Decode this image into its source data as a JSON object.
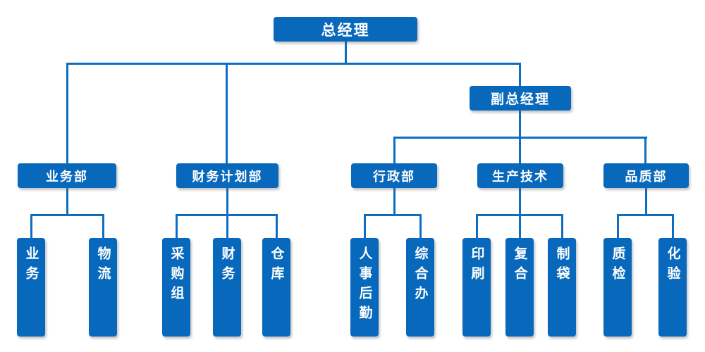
{
  "colors": {
    "node_fill": "#0868bc",
    "line": "#0d6ec1",
    "node_text": "#ffffff",
    "background": "#ffffff"
  },
  "org": {
    "root": {
      "label": "总经理"
    },
    "deputy": {
      "label": "副总经理"
    },
    "departments": [
      {
        "label": "业务部",
        "children": [
          "业务",
          "物流"
        ]
      },
      {
        "label": "财务计划部",
        "children": [
          "采购组",
          "财务",
          "仓库"
        ]
      },
      {
        "label": "行政部",
        "children": [
          "人事后勤",
          "综合办"
        ]
      },
      {
        "label": "生产技术",
        "children": [
          "印刷",
          "复合",
          "制袋"
        ]
      },
      {
        "label": "品质部",
        "children": [
          "质检",
          "化验"
        ]
      }
    ]
  }
}
